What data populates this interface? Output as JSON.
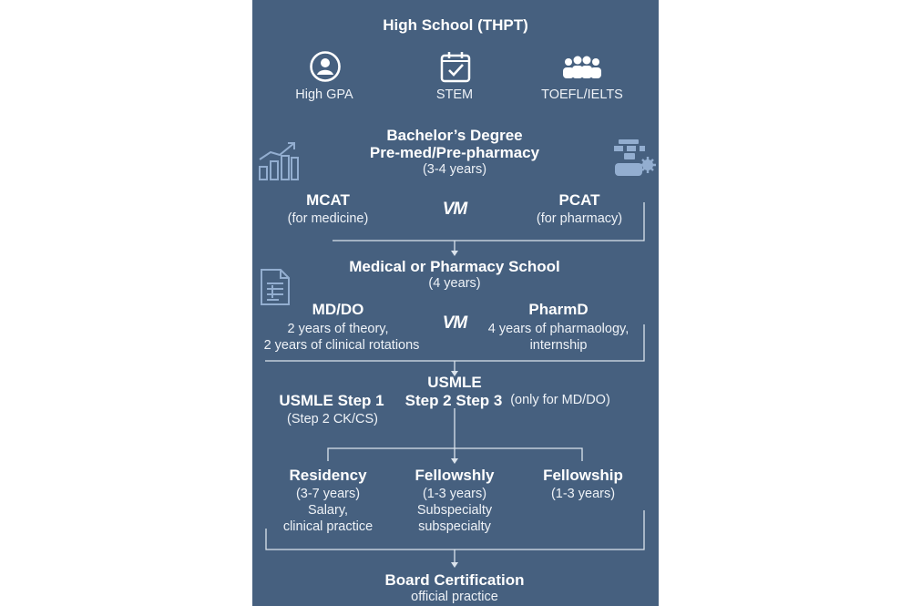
{
  "top": {
    "title": "High School (THPT)",
    "req_gpa": "High GPA",
    "req_stem": "STEM",
    "req_lang": "TOEFL/IELTS"
  },
  "bachelor": {
    "title": "Bachelor’s Degree",
    "subtitle": "Pre-med/Pre-pharmacy",
    "duration": "(3-4 years)"
  },
  "exams": {
    "mcat": "MCAT",
    "mcat_note": "(for medicine)",
    "pcat": "PCAT",
    "pcat_note": "(for pharmacy)",
    "logo": "VM"
  },
  "school": {
    "title": "Medical or Pharmacy School",
    "duration": "(4 years)",
    "md_title": "MD/DO",
    "md_line1": "2 years of theory,",
    "md_line2": "2 years of clinical rotations",
    "pharm_title": "PharmD",
    "pharm_line1": "4 years of pharmaology,",
    "pharm_line2": "internship",
    "logo": "VM"
  },
  "usmle": {
    "title": "USMLE",
    "step1": "USMLE Step 1",
    "step23": "Step 2 Step 3",
    "only_note": "(only for MD/DO)",
    "step2_note": "(Step 2 CK/CS)"
  },
  "training": {
    "residency_title": "Residency",
    "residency_duration": "(3-7 years)",
    "residency_line1": "Salary,",
    "residency_line2": "clinical practice",
    "fellowshly_title": "Fellowshly",
    "fellowshly_duration": "(1-3 years)",
    "fellowshly_line1": "Subspecialty",
    "fellowshly_line2": "subspecialty",
    "fellowship_title": "Fellowship",
    "fellowship_duration": "(1-3 years)"
  },
  "final": {
    "title": "Board Certification",
    "subtitle": "official practice"
  },
  "icons": [
    "user-circle-icon",
    "checklist-icon",
    "group-icon",
    "growth-chart-icon",
    "building-gear-icon",
    "document-icon"
  ]
}
